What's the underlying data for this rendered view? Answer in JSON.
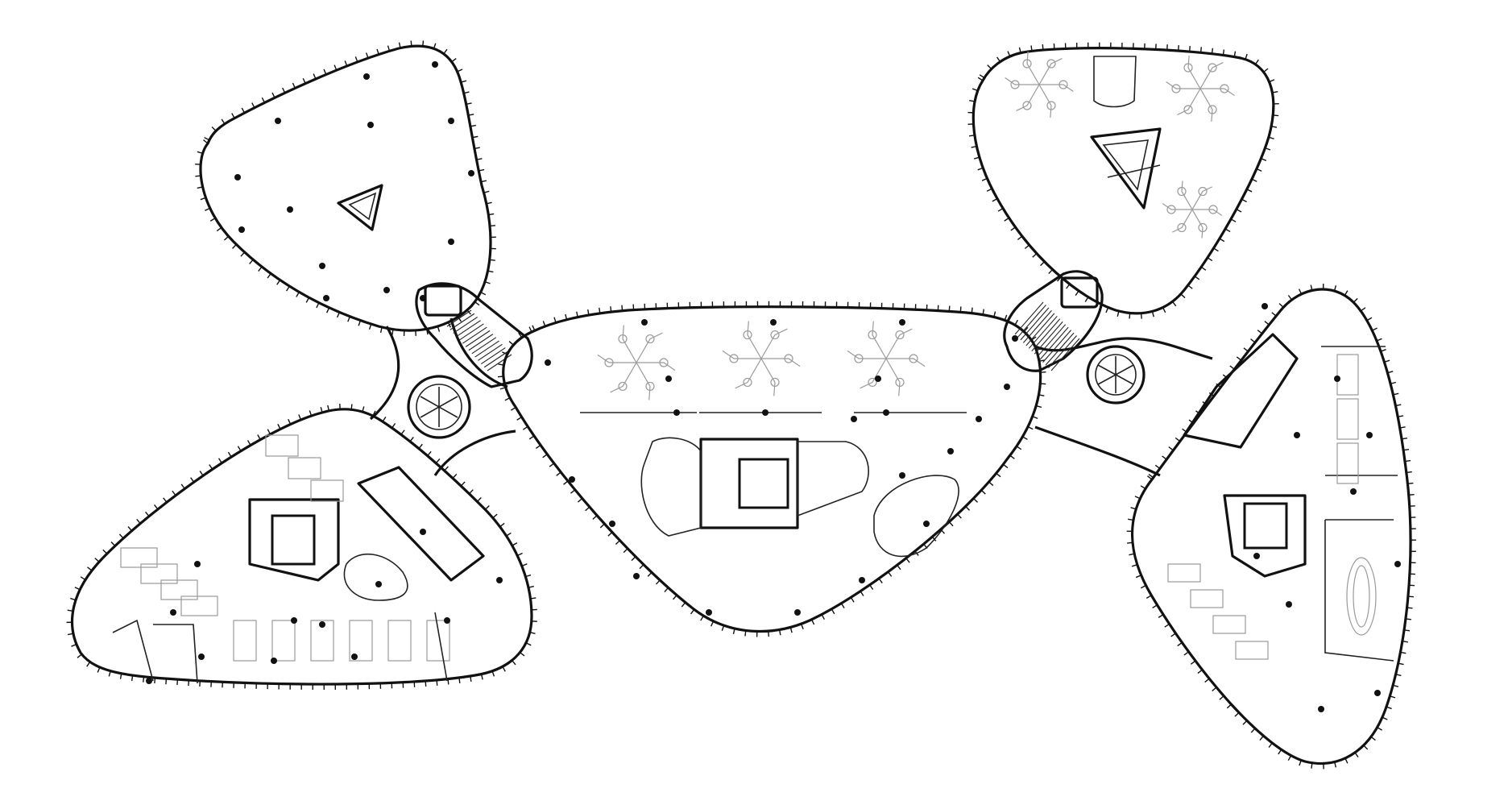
{
  "drawing": {
    "kind": "architectural floor plan",
    "colors": {
      "background": "#ffffff",
      "walls": "#111111",
      "furniture": "#9a9a9a"
    }
  },
  "wings": [
    {
      "id": "north-west-wing",
      "columns": 14,
      "icon": "triangle-wing"
    },
    {
      "id": "south-west-wing",
      "columns": 12,
      "icon": "triangle-wing"
    },
    {
      "id": "central-wing",
      "columns": 22,
      "icon": "triangle-wing"
    },
    {
      "id": "north-east-wing",
      "columns": 0,
      "icon": "triangle-wing"
    },
    {
      "id": "south-east-wing",
      "columns": 10,
      "icon": "triangle-wing"
    }
  ],
  "connectors": [
    {
      "id": "west-link",
      "has_stair": true,
      "has_atrium": true
    },
    {
      "id": "east-link",
      "has_stair": true,
      "has_atrium": true
    }
  ]
}
